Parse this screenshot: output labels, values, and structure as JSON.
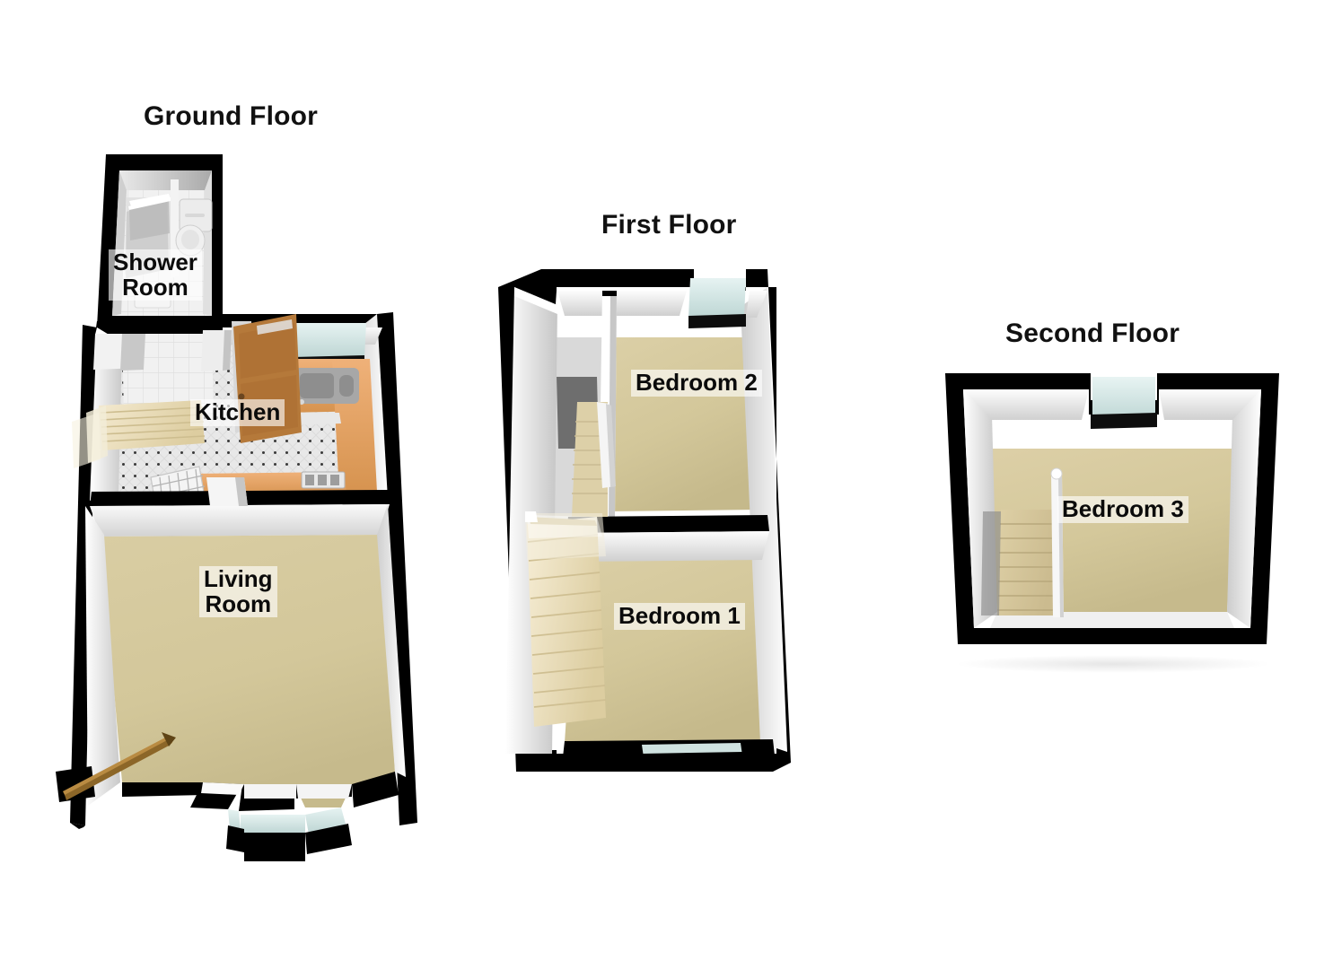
{
  "document": {
    "type": "residential-floor-plan",
    "orientation": "3d-isometric-cutaway",
    "background_color": "#ffffff"
  },
  "palette": {
    "wall_outline": "#000000",
    "wall_inner_light": "#ffffff",
    "wall_inner_shade": "#d9d9d9",
    "carpet": "#d4c89c",
    "carpet_shade": "#c2b68a",
    "tile_floor": "#e3e3e3",
    "shower_floor": "#f0f0f0",
    "window_glass": "#daeceb",
    "window_glass_dark": "#bcd4d2",
    "wood_door": "#b5793a",
    "wood_worktop": "#e3a869",
    "stairs": "#ece0b8",
    "stairs_shade": "#d8c896",
    "label_background": "rgba(255,255,255,0.62)",
    "text": "#0b0b0b",
    "shadow": "#f2f2f2",
    "dark_doorway": "#6e6e6e",
    "appliance_grey": "#9a9a9a"
  },
  "floors": [
    {
      "id": "ground",
      "title": "Ground Floor",
      "rooms": [
        {
          "id": "shower-room",
          "label": "Shower\nRoom",
          "floor_type": "tile"
        },
        {
          "id": "kitchen",
          "label": "Kitchen",
          "floor_type": "tile"
        },
        {
          "id": "living-room",
          "label": "Living\nRoom",
          "floor_type": "carpet"
        }
      ],
      "features": [
        "shower-enclosure",
        "toilet",
        "sink",
        "kitchen-worktop",
        "hob",
        "radiator",
        "internal-door",
        "entrance-door",
        "staircase-up",
        "bay-window"
      ]
    },
    {
      "id": "first",
      "title": "First Floor",
      "rooms": [
        {
          "id": "bedroom-2",
          "label": "Bedroom 2",
          "floor_type": "carpet"
        },
        {
          "id": "bedroom-1",
          "label": "Bedroom 1",
          "floor_type": "carpet"
        }
      ],
      "features": [
        "staircase-up",
        "landing",
        "window-front",
        "window-rear",
        "balustrade"
      ]
    },
    {
      "id": "second",
      "title": "Second Floor",
      "rooms": [
        {
          "id": "bedroom-3",
          "label": "Bedroom 3",
          "floor_type": "carpet"
        }
      ],
      "features": [
        "staircase-up",
        "window-rear",
        "balustrade"
      ]
    }
  ]
}
